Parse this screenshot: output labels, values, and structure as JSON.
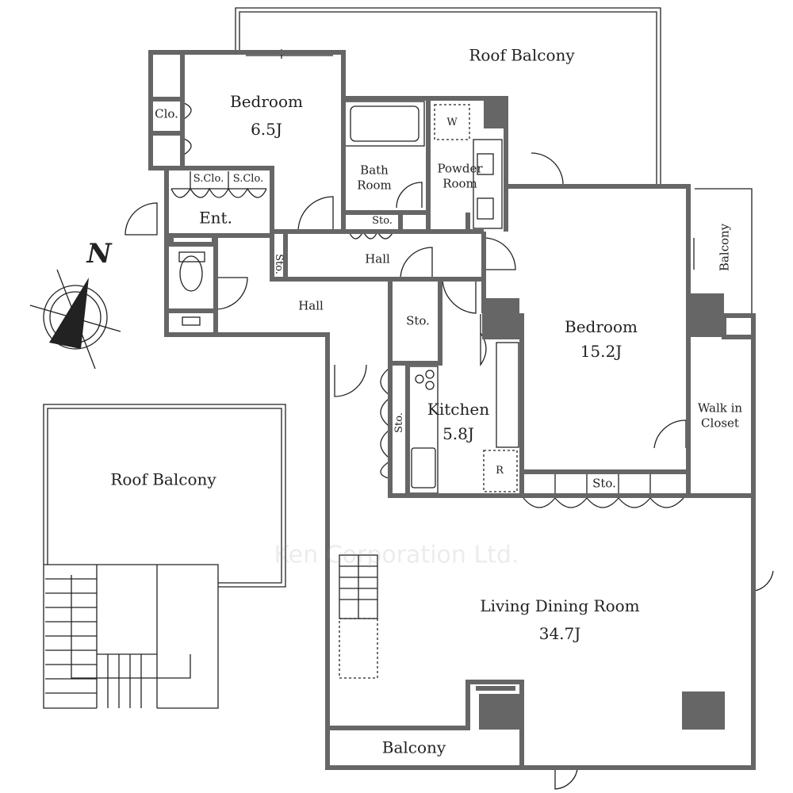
{
  "colors": {
    "wall": "#666666",
    "line": "#222222",
    "background": "#ffffff"
  },
  "compass": {
    "label": "N",
    "icon": "north-arrow-icon"
  },
  "watermark": "Ken Corporation Ltd.",
  "rooms": {
    "roof_balcony_top": "Roof Balcony",
    "bedroom1": {
      "name": "Bedroom",
      "size": "6.5J"
    },
    "clo": "Clo.",
    "s_clo_1": "S.Clo.",
    "s_clo_2": "S.Clo.",
    "ent": "Ent.",
    "bath": {
      "line1": "Bath",
      "line2": "Room"
    },
    "washer": "W",
    "powder": {
      "line1": "Powder",
      "line2": "Room"
    },
    "sto_bath": "Sto.",
    "sto_hall": "Sto.",
    "hall_upper": "Hall",
    "hall_lower": "Hall",
    "sto_mid": "Sto.",
    "balcony_right": "Balcony",
    "bedroom2": {
      "name": "Bedroom",
      "size": "15.2J"
    },
    "walk_in": {
      "line1": "Walk in",
      "line2": "Closet"
    },
    "kitchen": {
      "name": "Kitchen",
      "size": "5.8J"
    },
    "sto_kitchen": "Sto.",
    "fridge": "R",
    "sto_bedroom": "Sto.",
    "roof_balcony_left": "Roof Balcony",
    "ldr": {
      "name": "Living Dining Room",
      "size": "34.7J"
    },
    "balcony_bottom": "Balcony"
  }
}
